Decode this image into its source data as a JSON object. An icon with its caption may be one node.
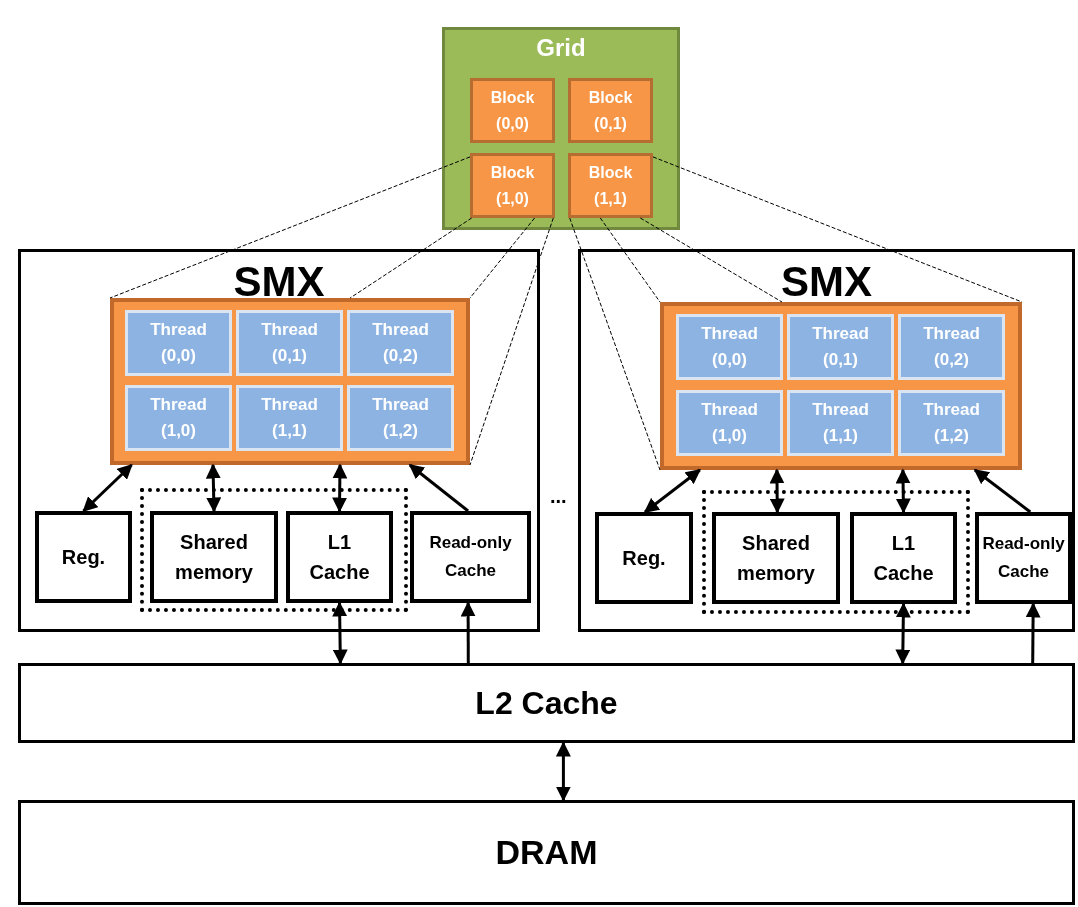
{
  "diagram": {
    "nodes": [
      {
        "text": [
          "Grid"
        ]
      },
      {
        "text": [
          "Block (0,0)"
        ],
        "in": 0
      },
      {
        "text": [
          "Block (0,1)"
        ],
        "in": 0
      },
      {
        "text": [
          "Block (1,0)"
        ],
        "in": 0
      },
      {
        "text": [
          "Block (1,1)"
        ],
        "in": 0
      },
      {
        "text": [
          "SMX"
        ]
      },
      {
        "text": [],
        "shape": "box",
        "in": 5
      },
      {
        "text": [
          "Thread (0,0)"
        ],
        "in": 6
      },
      {
        "text": [
          "Thread (0,1)"
        ],
        "in": 6
      },
      {
        "text": [
          "Thread (0,2)"
        ],
        "in": 6
      },
      {
        "text": [
          "Thread (1,0)"
        ],
        "in": 6
      },
      {
        "text": [
          "Thread (1,1)"
        ],
        "in": 6
      },
      {
        "text": [
          "Thread (1,2)"
        ],
        "in": 6
      },
      {
        "text": [
          "Reg."
        ],
        "in": 5
      },
      {
        "text": [],
        "shape": "box",
        "in": 5
      },
      {
        "text": [
          "Shared memory"
        ],
        "in": 14
      },
      {
        "text": [
          "L1 Cache"
        ],
        "in": 14
      },
      {
        "text": [
          "Read-only Cache"
        ],
        "in": 5
      },
      {
        "text": [
          "SMX"
        ]
      },
      {
        "text": [],
        "shape": "box",
        "in": 18
      },
      {
        "text": [
          "Thread (0,0)"
        ],
        "in": 19
      },
      {
        "text": [
          "Thread (0,1)"
        ],
        "in": 19
      },
      {
        "text": [
          "Thread (0,2)"
        ],
        "in": 19
      },
      {
        "text": [
          "Thread (1,0)"
        ],
        "in": 19
      },
      {
        "text": [
          "Thread (1,1)"
        ],
        "in": 19
      },
      {
        "text": [
          "Thread (1,2)"
        ],
        "in": 19
      },
      {
        "text": [
          "Reg."
        ],
        "in": 18
      },
      {
        "text": [],
        "shape": "box",
        "in": 18
      },
      {
        "text": [
          "Shared memory"
        ],
        "in": 27
      },
      {
        "text": [
          "L1 Cache"
        ],
        "in": 27
      },
      {
        "text": [
          "Read-only Cache"
        ],
        "in": 18
      },
      {
        "text": [
          "L2 Cache"
        ]
      },
      {
        "text": [
          "DRAM"
        ]
      }
    ],
    "edges": [
      {
        "from": 3,
        "to": 6,
        "arrow": "none",
        "style": "dashed"
      },
      {
        "from": 3,
        "to": 6,
        "arrow": "none",
        "style": "dashed"
      },
      {
        "from": 3,
        "to": 6,
        "arrow": "none",
        "style": "dashed"
      },
      {
        "from": 3,
        "to": 6,
        "arrow": "none",
        "style": "dashed"
      },
      {
        "from": 4,
        "to": 19,
        "arrow": "none",
        "style": "dashed"
      },
      {
        "from": 4,
        "to": 19,
        "arrow": "none",
        "style": "dashed"
      },
      {
        "from": 4,
        "to": 19,
        "arrow": "none",
        "style": "dashed"
      },
      {
        "from": 4,
        "to": 19,
        "arrow": "none",
        "style": "dashed"
      },
      {
        "from": 13,
        "to": 6,
        "arrow": "both"
      },
      {
        "from": 15,
        "to": 6,
        "arrow": "both"
      },
      {
        "from": 16,
        "to": 6,
        "arrow": "both"
      },
      {
        "from": 17,
        "to": 6,
        "arrow": "to"
      },
      {
        "from": 26,
        "to": 19,
        "arrow": "both"
      },
      {
        "from": 28,
        "to": 19,
        "arrow": "both"
      },
      {
        "from": 29,
        "to": 19,
        "arrow": "both"
      },
      {
        "from": 30,
        "to": 19,
        "arrow": "to"
      },
      {
        "from": 16,
        "to": 31,
        "arrow": "both"
      },
      {
        "from": 31,
        "to": 17,
        "arrow": "to"
      },
      {
        "from": 29,
        "to": 31,
        "arrow": "both"
      },
      {
        "from": 31,
        "to": 30,
        "arrow": "to"
      },
      {
        "from": 31,
        "to": 32,
        "arrow": "both"
      }
    ],
    "labels": [
      "..."
    ]
  }
}
